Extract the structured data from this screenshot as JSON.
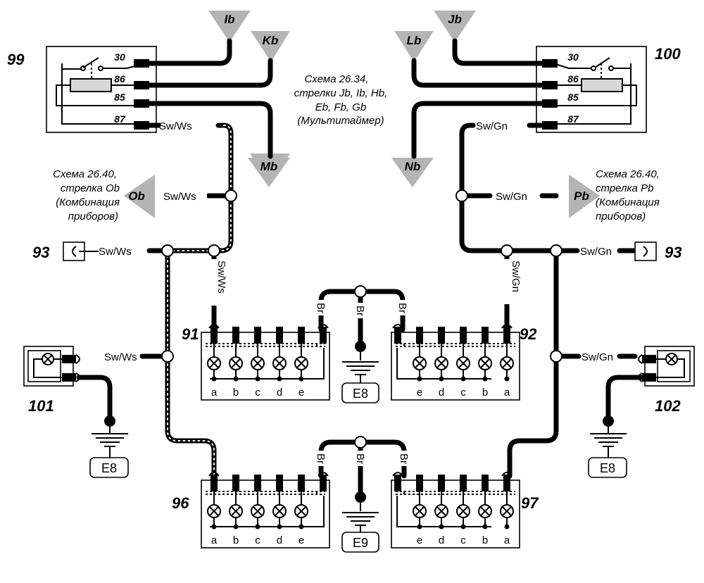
{
  "arrows": {
    "ib": "Ib",
    "kb": "Kb",
    "mb": "Mb",
    "ob": "Ob",
    "jb": "Jb",
    "lb": "Lb",
    "nb": "Nb",
    "pb": "Pb"
  },
  "components": {
    "relay_left": "99",
    "relay_right": "100",
    "connector_93_left": "93",
    "connector_93_right": "93",
    "switch_91": "91",
    "switch_92": "92",
    "switch_96": "96",
    "switch_97": "97",
    "lamp_101": "101",
    "lamp_102": "102"
  },
  "relay_pins": {
    "p30": "30",
    "p86": "86",
    "p85": "85",
    "p87": "87"
  },
  "wires": {
    "sw_ws": "Sw/Ws",
    "sw_gn": "Sw/Gn",
    "br": "Br"
  },
  "grounds": {
    "e8": "E8",
    "e9": "E9"
  },
  "lamp_letters": [
    "a",
    "b",
    "c",
    "d",
    "e"
  ],
  "notes": {
    "center": [
      "Схема 26.34,",
      "стрелки  Jb, Ib, Hb,",
      "Eb, Fb, Gb",
      "(Мультитаймер)"
    ],
    "left": [
      "Схема 26.40,",
      "стрелка Ob",
      "(Комбинация",
      "приборов)"
    ],
    "right": [
      "Схема 26.40,",
      "стрелка Pb",
      "(Комбинация",
      "приборов)"
    ]
  }
}
